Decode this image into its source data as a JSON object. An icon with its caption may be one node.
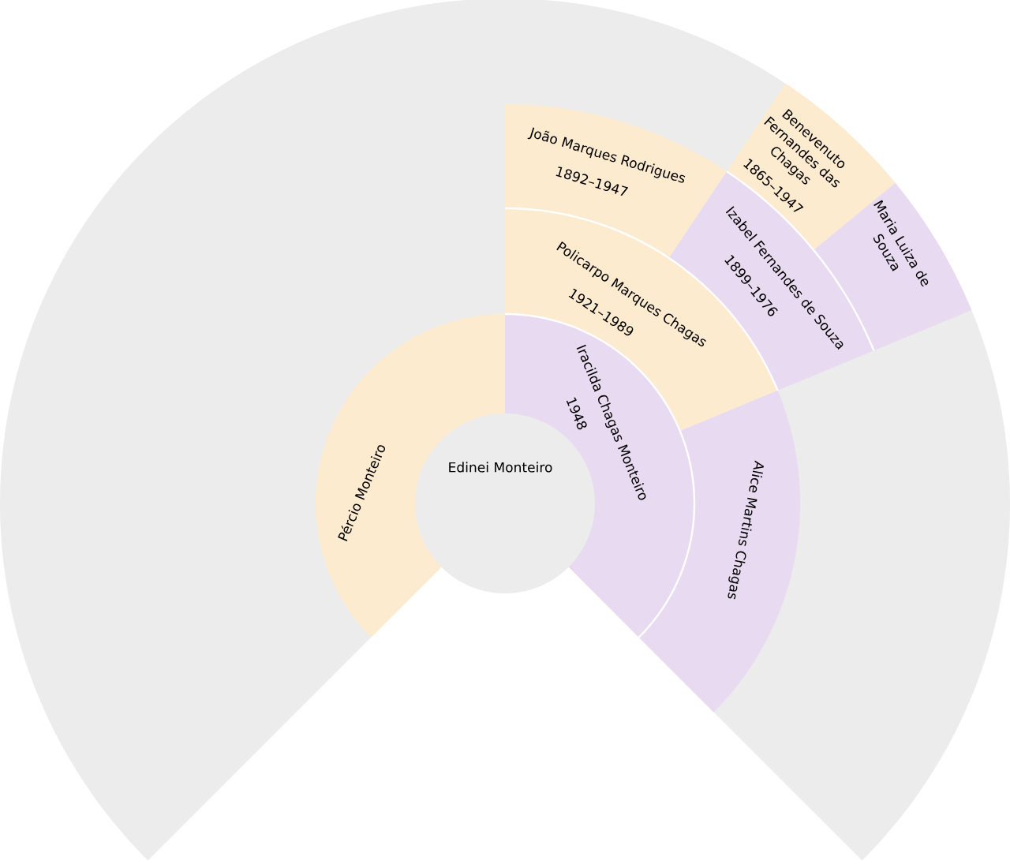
{
  "diagram": {
    "nodes": [
      {
        "text": [
          "Edinei Monteiro"
        ]
      },
      {
        "text": [
          "Pércio Monteiro"
        ]
      },
      {
        "text": [
          "Iracilda Chagas Monteiro",
          "1948"
        ]
      },
      {
        "text": [
          "Policarpo Marques Chagas",
          "1921–1989"
        ]
      },
      {
        "text": [
          "Alice Martins Chagas"
        ]
      },
      {
        "text": [
          "João Marques Rodrigues",
          "1892–1947"
        ]
      },
      {
        "text": [
          "Izabel Fernandes de Souza",
          "1899–1976"
        ]
      },
      {
        "text": [
          "Benevenuto Fernandes das Chagas",
          "1865–1947"
        ]
      },
      {
        "text": [
          "Maria Luiza de Souza"
        ]
      }
    ]
  }
}
